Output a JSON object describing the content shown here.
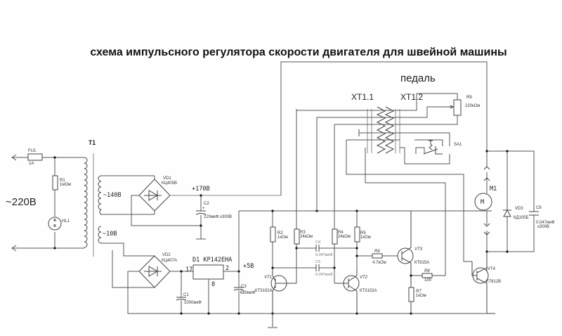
{
  "title": "схема импульсного регулятора скорости двигателя для швейной машины",
  "mains_label": "~220В",
  "pedal_label": "педаль",
  "connectors": {
    "xt1_1": "XT1.1",
    "xt1_2": "XT1.2"
  },
  "transformer": {
    "ref": "T1",
    "winding_140": "~140В",
    "winding_10": "~10В"
  },
  "rails": {
    "hv": "+170В",
    "lv": "+5В"
  },
  "components": {
    "fu1": {
      "ref": "FU1",
      "value": "1А"
    },
    "r1": {
      "ref": "R1",
      "value": "1мОм"
    },
    "hl1": {
      "ref": "HL1"
    },
    "vd1": {
      "ref": "VD1",
      "value": "КЦ405В"
    },
    "vd2": {
      "ref": "VD2",
      "value": "КЦ407А"
    },
    "c1": {
      "ref": "C1",
      "value": "1000мкФ"
    },
    "c2": {
      "ref": "C2",
      "value": "220мкФ x300В"
    },
    "c3": {
      "ref": "C3",
      "value": "680мкФ"
    },
    "d1": {
      "ref": "D1 КР142ЕНА",
      "pin_in": "17",
      "pin_out": "2",
      "pin_gnd": "8"
    },
    "r2": {
      "ref": "R2",
      "value": "1кОм"
    },
    "r3": {
      "ref": "R3",
      "value": "24кОм"
    },
    "r4": {
      "ref": "R4",
      "value": "24кОм"
    },
    "r5": {
      "ref": "R5",
      "value": "1кОм"
    },
    "r6": {
      "ref": "R6",
      "value": "4.7кОм"
    },
    "r7": {
      "ref": "R7",
      "value": "1кОм"
    },
    "r8": {
      "ref": "R8",
      "value": "100"
    },
    "r9": {
      "ref": "R9",
      "value": "220кОм"
    },
    "c4": {
      "ref": "C4",
      "value": "0.047мкФ"
    },
    "c5": {
      "ref": "C5",
      "value": "0.047мкФ"
    },
    "c6": {
      "ref": "C6",
      "value": "0.047мкФ",
      "voltage": "x300В"
    },
    "vt1": {
      "ref": "VT1",
      "value": "КТ3102А"
    },
    "vt2": {
      "ref": "VT2",
      "value": "КТ3102А"
    },
    "vt3": {
      "ref": "VT3",
      "value": "КТ815А"
    },
    "vt4": {
      "ref": "VT4",
      "value": "КТ812В"
    },
    "vd3": {
      "ref": "VD3",
      "value": "КД105Б"
    },
    "m1": {
      "ref": "M1",
      "symbol": "M"
    },
    "sa1": {
      "ref": "SA1"
    }
  }
}
